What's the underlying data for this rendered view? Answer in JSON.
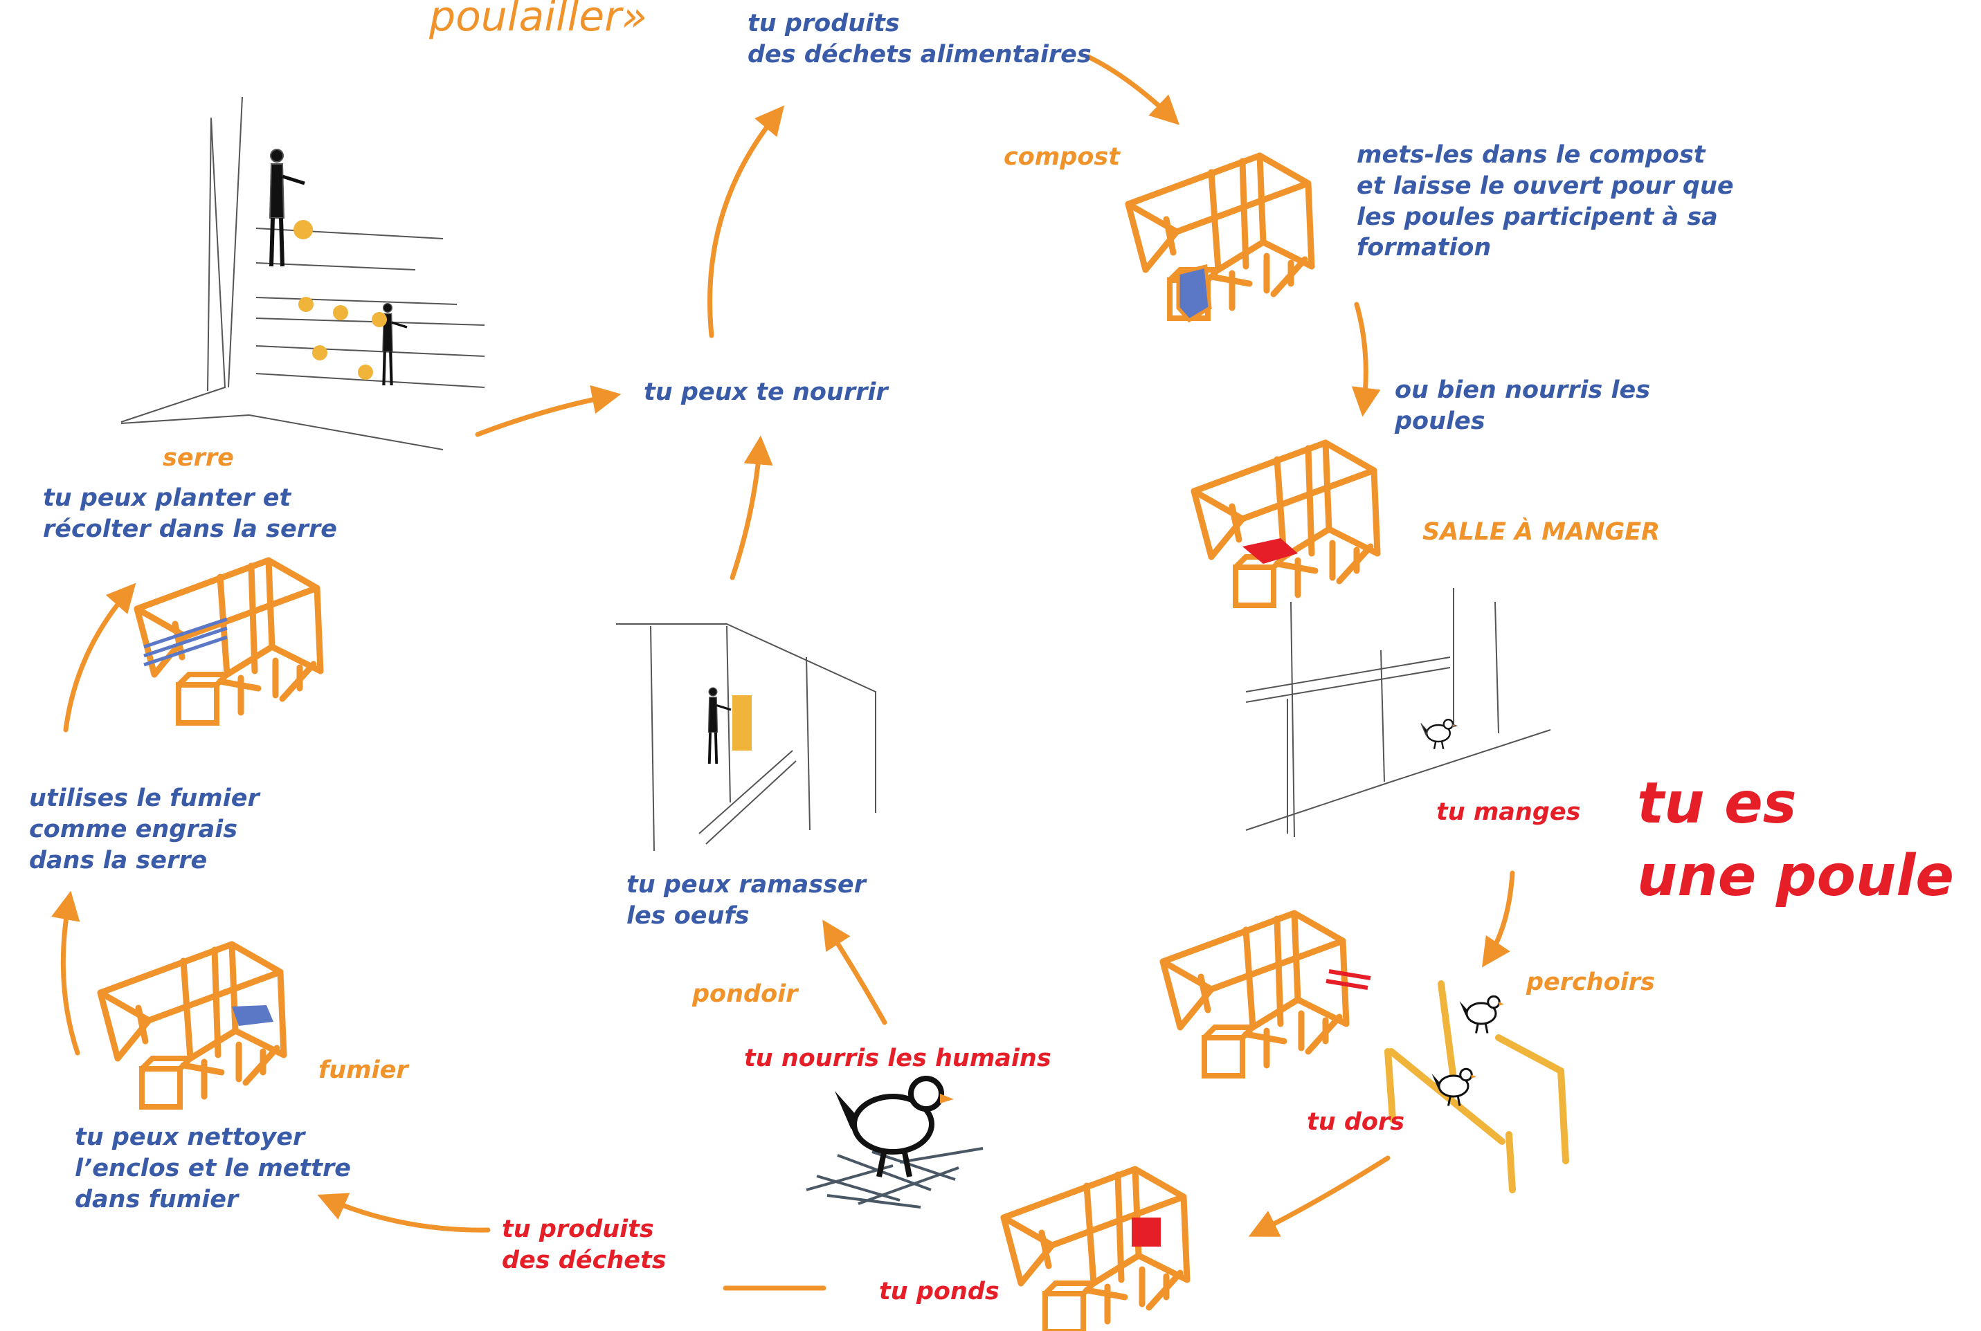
{
  "colors": {
    "blue": "#3a5ca8",
    "orange": "#f0932b",
    "red": "#e61e28"
  },
  "title": "poulailler»",
  "headline": "tu es\nune poule",
  "labels": {
    "produits_alimentaires": "tu produits\ndes déchets alimentaires",
    "compost": "compost",
    "mets_compost": "mets-les dans le compost\net laisse le ouvert pour que\nles poules participent à sa\nformation",
    "nourris_poules": "ou bien nourris les\npoules",
    "salle_a_manger": "SALLE À MANGER",
    "tu_manges": "tu manges",
    "perchoirs": "perchoirs",
    "tu_dors": "tu dors",
    "tu_ponds": "tu ponds",
    "tu_nourris_humains": "tu nourris les humains",
    "pondoir": "pondoir",
    "ramasser_oeufs": "tu peux ramasser\nles oeufs",
    "te_nourrir": "tu peux te nourrir",
    "serre": "serre",
    "planter_recolter": "tu peux planter et\nrécolter dans la serre",
    "fumier_engrais": "utilises le fumier\ncomme engrais\ndans la serre",
    "fumier": "fumier",
    "nettoyer_enclos": "tu peux nettoyer\nl’enclos et le mettre\ndans fumier",
    "produits_dechets": "tu produits\ndes déchets"
  },
  "icons": [
    "coop-icon",
    "chicken-icon",
    "person-icon",
    "perch-icon",
    "nest-icon",
    "greenhouse-scene",
    "dining-room-scene",
    "egg-collection-scene"
  ]
}
